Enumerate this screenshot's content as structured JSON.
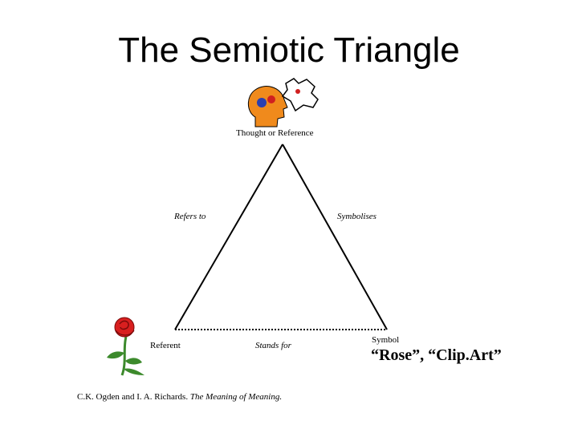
{
  "title": "The Semiotic Triangle",
  "labels": {
    "thought": "Thought or Reference",
    "refers_to": "Refers to",
    "symbolises": "Symbolises",
    "referent": "Referent",
    "stands_for": "Stands for",
    "symbol": "Symbol"
  },
  "symbol_example": "“Rose”, “Clip.Art”",
  "citation": {
    "authors": "C.K. Ogden and I. A. Richards.",
    "work": "The Meaning of Meaning."
  },
  "icons": [
    "head-icon",
    "map-icon",
    "rose-icon"
  ],
  "colors": {
    "head": "#f08a1c",
    "rose": "#d81f1f",
    "stem": "#3c8a2c"
  }
}
